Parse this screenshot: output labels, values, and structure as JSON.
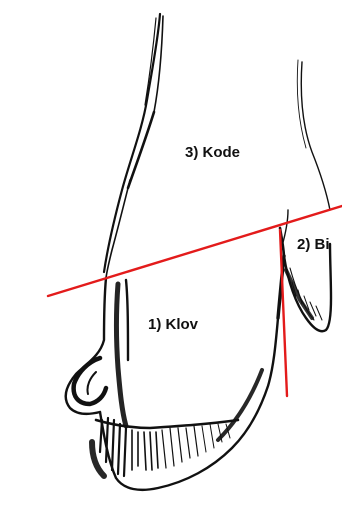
{
  "labels": {
    "hoof": "1) Klov",
    "dewclaw": "2) Bi",
    "pastern": "3) Kode"
  },
  "colors": {
    "lines": "#e31b1b",
    "ink": "#111111",
    "background": "#ffffff"
  }
}
